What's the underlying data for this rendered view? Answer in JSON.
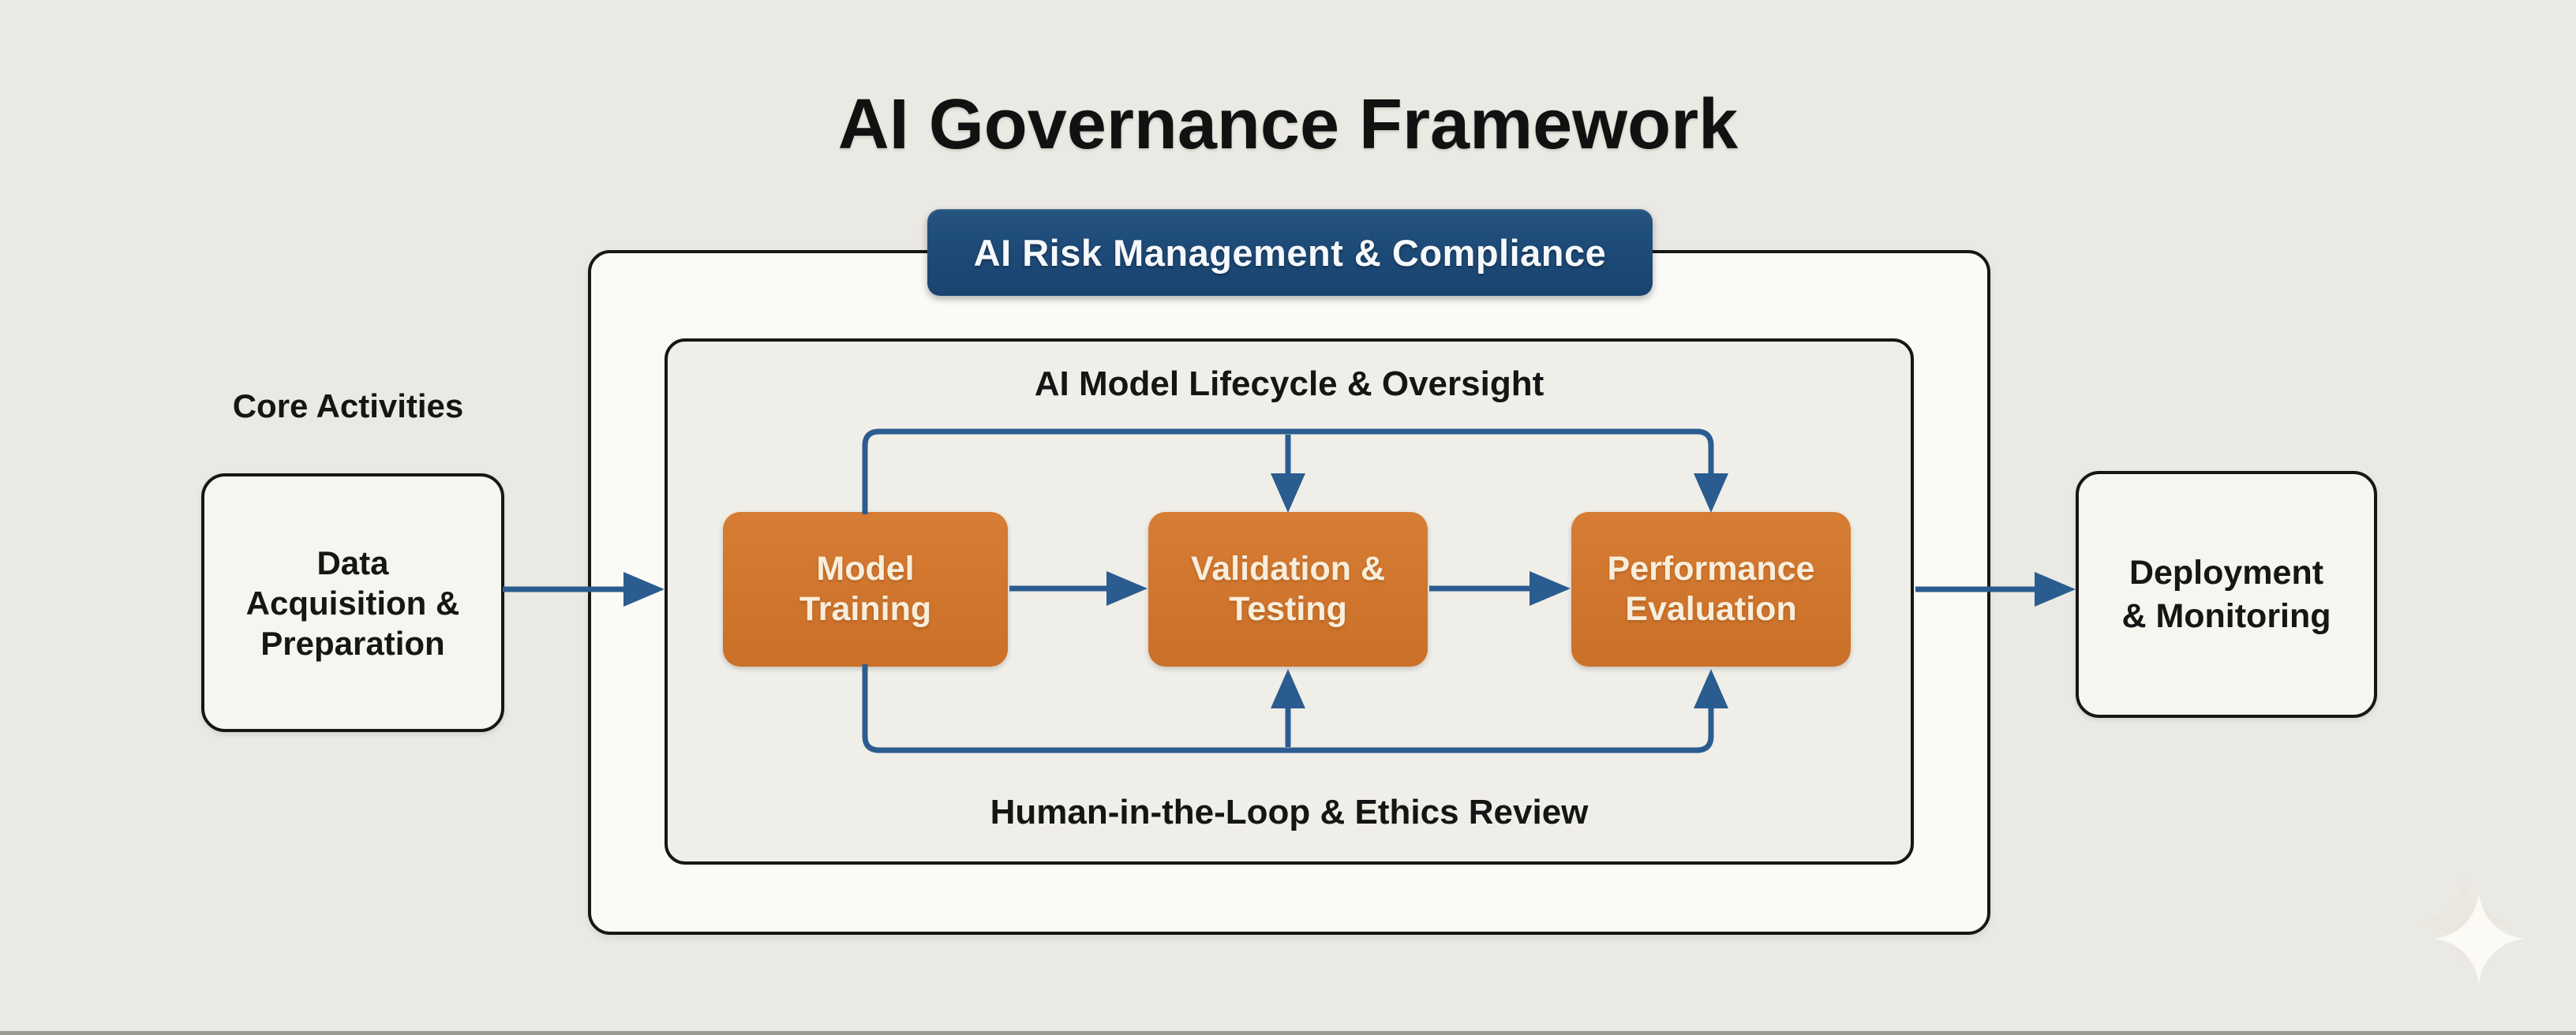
{
  "title": "AI Governance Framework",
  "badge": {
    "label": "AI Risk Management & Compliance"
  },
  "left_column": {
    "heading": "Core Activities"
  },
  "containers": {
    "outer_name": "AI Risk Management & Compliance",
    "inner_top_label": "AI Model Lifecycle & Oversight",
    "inner_bottom_label": "Human-in-the-Loop & Ethics Review"
  },
  "nodes": {
    "data_acquisition": {
      "lines": [
        "Data",
        "Acquisition &",
        "Preparation"
      ]
    },
    "model_training": {
      "lines": [
        "Model",
        "Training"
      ]
    },
    "validation_testing": {
      "lines": [
        "Validation &",
        "Testing"
      ]
    },
    "performance_evaluation": {
      "lines": [
        "Performance",
        "Evaluation"
      ]
    },
    "deployment_monitoring": {
      "lines": [
        "Deployment",
        "& Monitoring"
      ]
    }
  },
  "icons": {
    "sparkle_logo": "four-point-sparkle"
  },
  "colors": {
    "background": "#ebe9e3",
    "outer_box_fill": "#fbfaf6",
    "inner_box_fill": "#f0eee8",
    "box_border": "#161616",
    "badge_bg": "#1d4a77",
    "badge_text": "#f6f8fb",
    "arrow_blue": "#2b5c8f",
    "node_orange": "#d0752d",
    "node_orange_text": "#f8eedc",
    "label_text": "#151515",
    "sparkle_main": "#fbfaf5",
    "sparkle_ghost": "#e9e7de",
    "bottom_strip": "#9b9a93"
  }
}
